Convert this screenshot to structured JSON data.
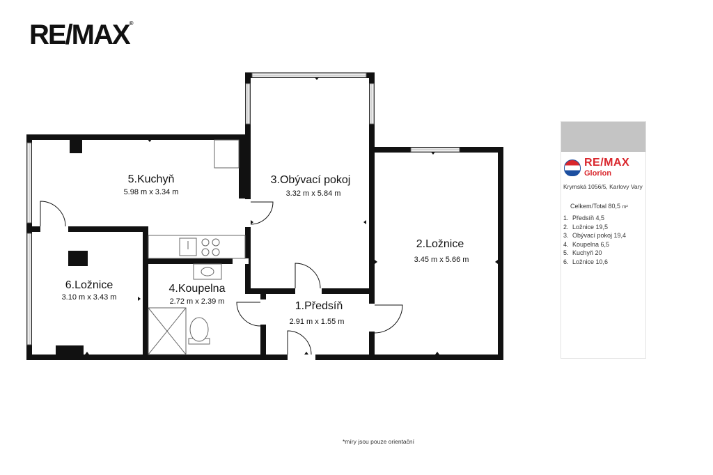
{
  "brand": {
    "logo_text": "RE/MAX"
  },
  "rooms": [
    {
      "name": "1.Předsíň",
      "dims": "2.91 m x 1.55 m"
    },
    {
      "name": "2.Ložnice",
      "dims": "3.45 m x 5.66 m"
    },
    {
      "name": "3.Obývací pokoj",
      "dims": "3.32 m x 5.84 m"
    },
    {
      "name": "4.Koupelna",
      "dims": "2.72 m x 2.39 m"
    },
    {
      "name": "5.Kuchyň",
      "dims": "5.98 m x 3.34 m"
    },
    {
      "name": "6.Ložnice",
      "dims": "3.10 m x 3.43 m"
    }
  ],
  "card": {
    "brand_name": "RE/MAX",
    "brand_sub": "Glorion",
    "address": "Krymská 1056/5, Karlovy Vary",
    "total_label": "Celkem/Total",
    "total_value": "80,5",
    "total_unit": "m²",
    "legend": [
      {
        "num": "1.",
        "text": "Předsíň 4,5"
      },
      {
        "num": "2.",
        "text": "Ložnice 19,5"
      },
      {
        "num": "3.",
        "text": "Obývací pokoj 19,4"
      },
      {
        "num": "4.",
        "text": "Koupelna 6,5"
      },
      {
        "num": "5.",
        "text": "Kuchyň 20"
      },
      {
        "num": "6.",
        "text": "Ložnice 10,6"
      }
    ]
  },
  "footnote": "*míry jsou pouze orientační"
}
